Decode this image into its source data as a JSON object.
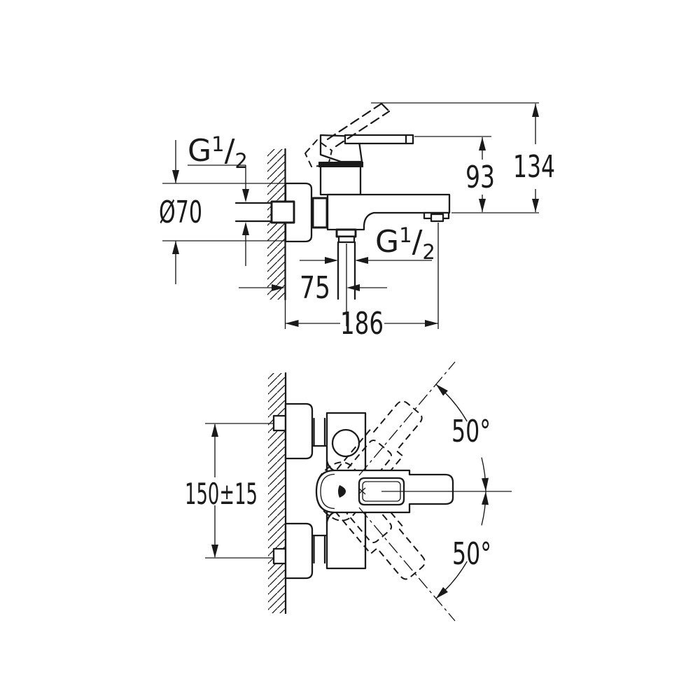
{
  "colors": {
    "line": "#1a1a1a",
    "background": "#ffffff"
  },
  "top_view": {
    "thread_inlet": {
      "prefix": "G",
      "sup": "1",
      "slash": "/",
      "sub": "2"
    },
    "flange_diameter": "Ø70",
    "lever_height": "93",
    "overall_height": "134",
    "shower_outlet_offset": "75",
    "overall_depth": "186",
    "thread_outlet": {
      "prefix": "G",
      "sup": "1",
      "slash": "/",
      "sub": "2"
    }
  },
  "bottom_view": {
    "connection_distance": "150±15",
    "handle_swing_upper": "50°",
    "handle_swing_lower": "50°"
  }
}
